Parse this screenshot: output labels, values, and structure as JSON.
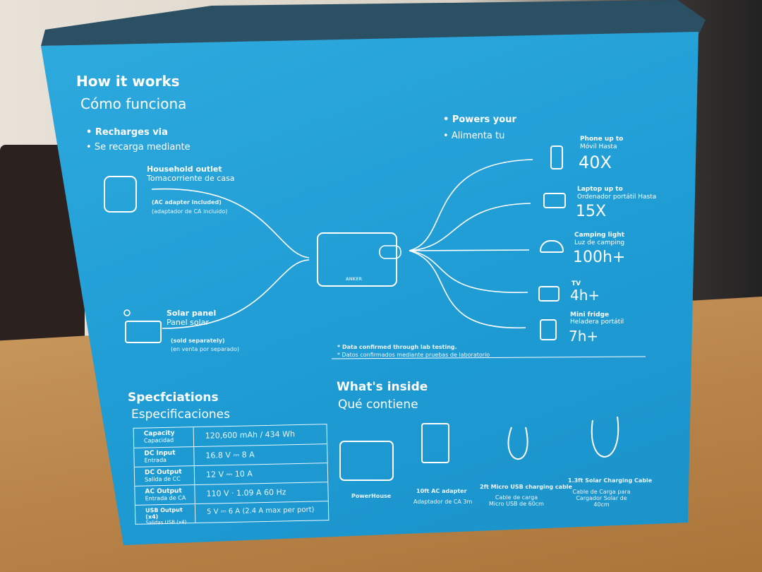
{
  "how": {
    "title": "How it works",
    "title_es": "Cómo funciona"
  },
  "recharges": {
    "label": "Recharges via",
    "label_es": "Se recarga mediante"
  },
  "outlet": {
    "title": "Household outlet",
    "title_es": "Tomacorriente de casa",
    "note": "(AC adapter included)",
    "note_es": "(adaptador de CA incluido)"
  },
  "solar": {
    "title": "Solar panel",
    "title_es": "Panel solar",
    "note": "(sold separately)",
    "note_es": "(en venta por separado)"
  },
  "powers": {
    "label": "Powers your",
    "label_es": "Alimenta tu"
  },
  "devices": [
    {
      "name": "Phone up to",
      "name_es": "Móvil Hasta",
      "value": "40X",
      "icon": "phone-icon"
    },
    {
      "name": "Laptop up to",
      "name_es": "Ordenador portátil Hasta",
      "value": "15X",
      "icon": "laptop-icon"
    },
    {
      "name": "Camping light",
      "name_es": "Luz de camping",
      "value": "100h+",
      "icon": "lamp-icon"
    },
    {
      "name": "TV",
      "name_es": "",
      "value": "4h+",
      "icon": "tv-icon"
    },
    {
      "name": "Mini fridge",
      "name_es": "Heladera portátil",
      "value": "7h+",
      "icon": "fridge-icon"
    }
  ],
  "footnote": {
    "en": "* Data confirmed through lab testing.",
    "es": "* Datos confirmados mediante pruebas de laboratorio"
  },
  "specs": {
    "title": "Specfciations",
    "title_es": "Especificaciones",
    "rows": [
      {
        "k": "Capacity",
        "k_es": "Capacidad",
        "v": "120,600 mAh / 434 Wh"
      },
      {
        "k": "DC Input",
        "k_es": "Entrada",
        "v": "16.8 V ⎓ 8 A"
      },
      {
        "k": "DC Output",
        "k_es": "Salida de CC",
        "v": "12 V ⎓ 10 A"
      },
      {
        "k": "AC Output",
        "k_es": "Entrada de CA",
        "v": "110 V · 1.09 A 60 Hz"
      },
      {
        "k": "USB Output (x4)",
        "k_es": "Salidas USB (x4)",
        "v": "5 V ⎓ 6 A (2.4 A max per port)"
      }
    ]
  },
  "inside": {
    "title": "What's inside",
    "title_es": "Qué contiene",
    "items": [
      {
        "en": "PowerHouse",
        "es": ""
      },
      {
        "en": "10ft AC adapter",
        "es": "Adaptador de CA 3m"
      },
      {
        "en": "2ft Micro USB charging cable",
        "es": "Cable de carga Micro USB de 60cm"
      },
      {
        "en": "1.3ft Solar Charging Cable",
        "es": "Cable de Carga para Cargador Solar de 40cm"
      }
    ]
  },
  "brand": "ANKER",
  "colors": {
    "box": "#1f9cd4",
    "ink": "#ffffff"
  }
}
